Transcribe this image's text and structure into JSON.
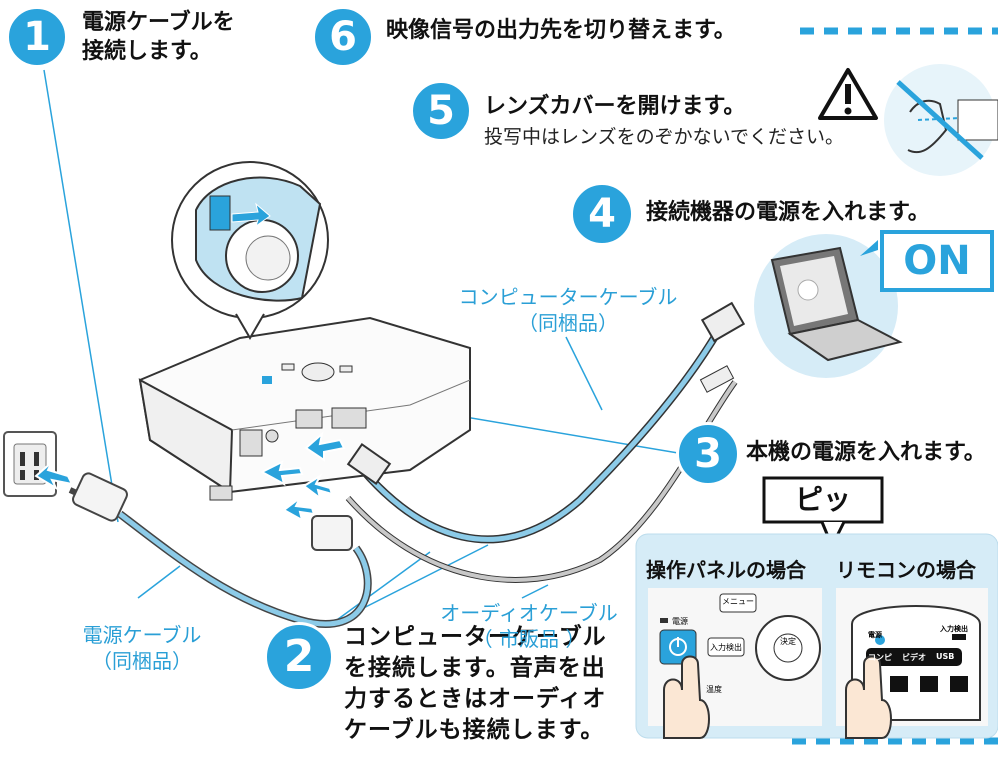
{
  "steps": [
    {
      "num": "1",
      "text_lines": [
        "電源ケーブルを",
        "接続します。"
      ]
    },
    {
      "num": "2",
      "text_lines": [
        "コンピューターケーブル",
        "を接続します。音声を出",
        "力するときはオーディオ",
        "ケーブルも接続します。"
      ]
    },
    {
      "num": "3",
      "text_lines": [
        "本機の電源を入れます。"
      ]
    },
    {
      "num": "4",
      "text_lines": [
        "接続機器の電源を入れます。"
      ]
    },
    {
      "num": "5",
      "text_lines": [
        "レンズカバーを開けます。"
      ],
      "note": "投写中はレンズをのぞかないでください。"
    },
    {
      "num": "6",
      "text_lines": [
        "映像信号の出力先を切り替えます。"
      ]
    }
  ],
  "cables": {
    "computer": {
      "name": "コンピューターケーブル",
      "tag": "（同梱品）"
    },
    "power": {
      "name": "電源ケーブル",
      "tag": "（同梱品）"
    },
    "audio": {
      "name": "オーディオケーブル",
      "tag": "（ 市販品 ）"
    }
  },
  "callouts": {
    "on": "ON",
    "beep": "ピッ"
  },
  "panels": {
    "control_panel": {
      "title": "操作パネルの場合",
      "buttons": [
        "メニュー",
        "入力検出",
        "決定",
        "電源",
        "温度"
      ]
    },
    "remote": {
      "title": "リモコンの場合",
      "buttons": [
        "電源",
        "入力検出",
        "コンピ",
        "ビデオ",
        "USB"
      ]
    }
  },
  "colors": {
    "accent": "#2aa3dc",
    "cable": "#8ccbe8",
    "panel_bg": "#d6ecf7",
    "gray_cable": "#c8c8c8"
  },
  "icons": [
    "warning-icon",
    "no-look-icon",
    "power-icon",
    "hand-icon",
    "arrow-icon"
  ]
}
